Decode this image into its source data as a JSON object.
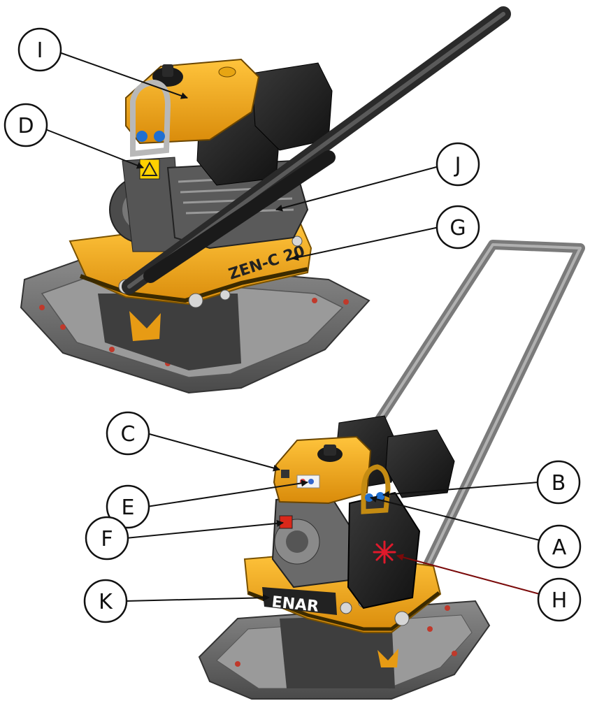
{
  "colors": {
    "accent": "#f2a81d",
    "accent_dark": "#c98306",
    "engine_black": "#1c1c1c",
    "plate_grey": "#6e6e6e",
    "handle_grey": "#8a8a8a",
    "highlight_red": "#e0192b"
  },
  "machine_top": {
    "model_label": "ZEN-C 20"
  },
  "machine_bottom": {
    "brand_label": "ENAR"
  },
  "callouts": [
    {
      "id": "I",
      "label": "I"
    },
    {
      "id": "D",
      "label": "D"
    },
    {
      "id": "J",
      "label": "J"
    },
    {
      "id": "G",
      "label": "G"
    },
    {
      "id": "C",
      "label": "C"
    },
    {
      "id": "E",
      "label": "E"
    },
    {
      "id": "F",
      "label": "F"
    },
    {
      "id": "K",
      "label": "K"
    },
    {
      "id": "B",
      "label": "B"
    },
    {
      "id": "A",
      "label": "A"
    },
    {
      "id": "H",
      "label": "H"
    }
  ]
}
